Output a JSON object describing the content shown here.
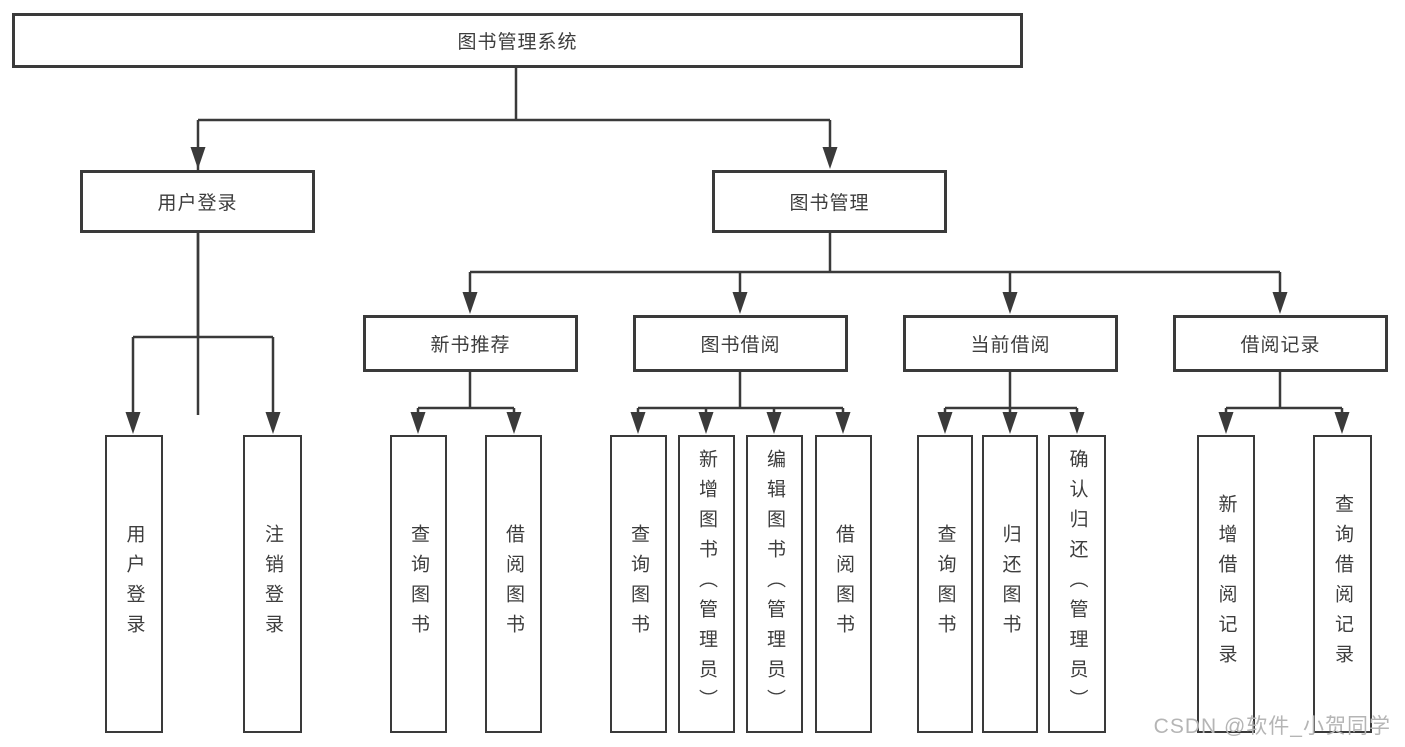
{
  "diagram": {
    "root": {
      "label": "图书管理系统"
    },
    "level2": [
      {
        "label": "用户登录"
      },
      {
        "label": "图书管理"
      }
    ],
    "user_login_children": [
      "用户登录",
      "注销登录"
    ],
    "level3": [
      {
        "label": "新书推荐",
        "children": [
          "查询图书",
          "借阅图书"
        ]
      },
      {
        "label": "图书借阅",
        "children": [
          "查询图书",
          "新增图书（管理员）",
          "编辑图书（管理员）",
          "借阅图书"
        ]
      },
      {
        "label": "当前借阅",
        "children": [
          "查询图书",
          "归还图书",
          "确认归还（管理员）"
        ]
      },
      {
        "label": "借阅记录",
        "children": [
          "新增借阅记录",
          "查询借阅记录"
        ]
      }
    ]
  },
  "watermark": {
    "text": "CSDN @软件_小贺同学"
  },
  "colors": {
    "line": "#3a3a3a",
    "text": "#3d3d3d",
    "background": "#ffffff",
    "watermark": "#b5b5b5"
  }
}
